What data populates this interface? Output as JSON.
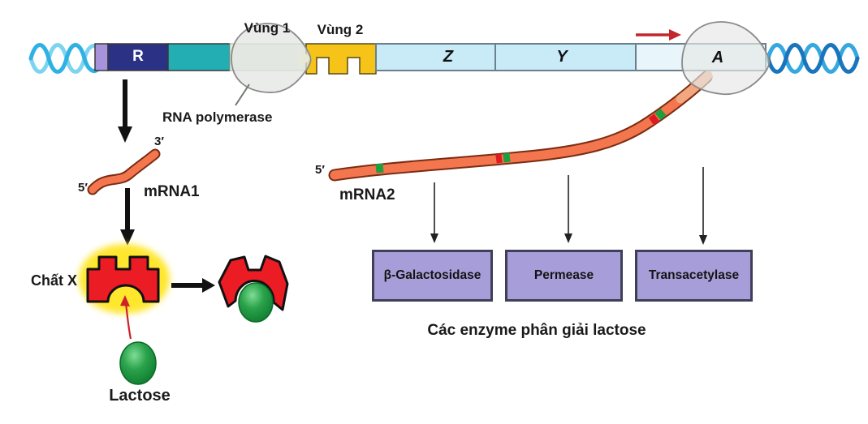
{
  "diagram": {
    "dna_bar": {
      "repressor_gene_label": "R",
      "region1_label": "Vùng 1",
      "region2_label": "Vùng 2",
      "genes": [
        "Z",
        "Y",
        "A"
      ]
    },
    "labels": {
      "rna_polymerase": "RNA polymerase",
      "mrna1": "mRNA1",
      "mrna1_five_prime": "5′",
      "mrna1_three_prime": "3′",
      "mrna2": "mRNA2",
      "mrna2_five_prime": "5′",
      "substance_x": "Chất X",
      "lactose": "Lactose",
      "enzymes_caption": "Các enzyme phân giải lactose"
    },
    "enzyme_boxes": [
      "β-Galactosidase",
      "Permease",
      "Transacetylase"
    ],
    "colors": {
      "dna_helix_light": "#7dd4f0",
      "dna_helix_dark": "#1b75bc",
      "operator_segment_purple": "#a793dc",
      "repressor_gene_navy": "#2b3185",
      "promoter_teal": "#23aeb4",
      "region1_green": "#e2efdf",
      "region2_yellow": "#f6c318",
      "structural_gene_blue": "#c9ebf7",
      "mrna_orange": "#f4764e",
      "mrna_outline": "#7a2d12",
      "enzyme_box_purple": "#a79ed9",
      "repressor_protein_red": "#ec1c24",
      "glow_yellow": "#ffe72e",
      "lactose_green": "#1e9e3e",
      "arrow_red": "#c1272d"
    }
  }
}
